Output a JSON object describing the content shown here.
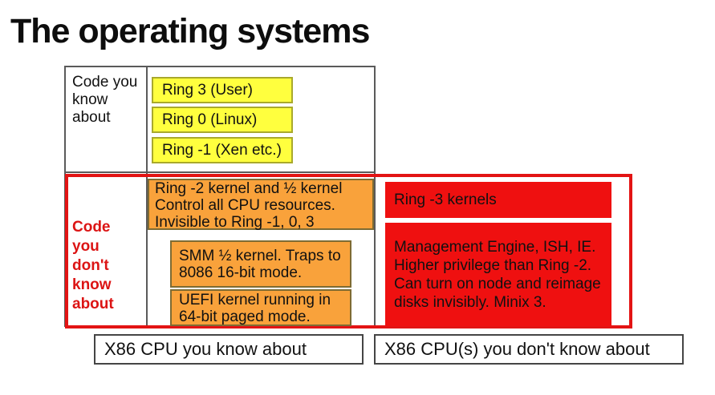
{
  "title": "The operating systems",
  "palette": {
    "ring_yellow": "#FFFF3E",
    "ring_yellow_border": "#A9A92B",
    "hidden_orange": "#F9A23B",
    "hidden_orange_border": "#7E6B33",
    "secret_red": "#EF1010",
    "outline_red": "#E31414",
    "label_red": "#DC1414",
    "table_line_gray": "#5A5A5A"
  },
  "known": {
    "label": "Code you\nknow\nabout",
    "rings": [
      {
        "label": "Ring 3 (User)"
      },
      {
        "label": "Ring 0 (Linux)"
      },
      {
        "label": "Ring -1 (Xen etc.)"
      }
    ]
  },
  "unknown": {
    "label": "Code\nyou\ndon't\nknow\nabout",
    "ring2": "Ring -2 kernel and ½ kernel\nControl all CPU resources.\nInvisible to Ring -1, 0, 3",
    "smm": "SMM ½ kernel. Traps to\n8086 16-bit mode.",
    "uefi": "UEFI kernel running in\n64-bit paged mode.",
    "ring3_kernels": "Ring -3 kernels",
    "management_engine": "Management Engine, ISH, IE.\nHigher privilege than Ring -2.\nCan turn on node and reimage\ndisks invisibly. Minix 3."
  },
  "footer": {
    "known_cpu": "X86 CPU you know about",
    "unknown_cpu": "X86 CPU(s) you don't know about"
  }
}
